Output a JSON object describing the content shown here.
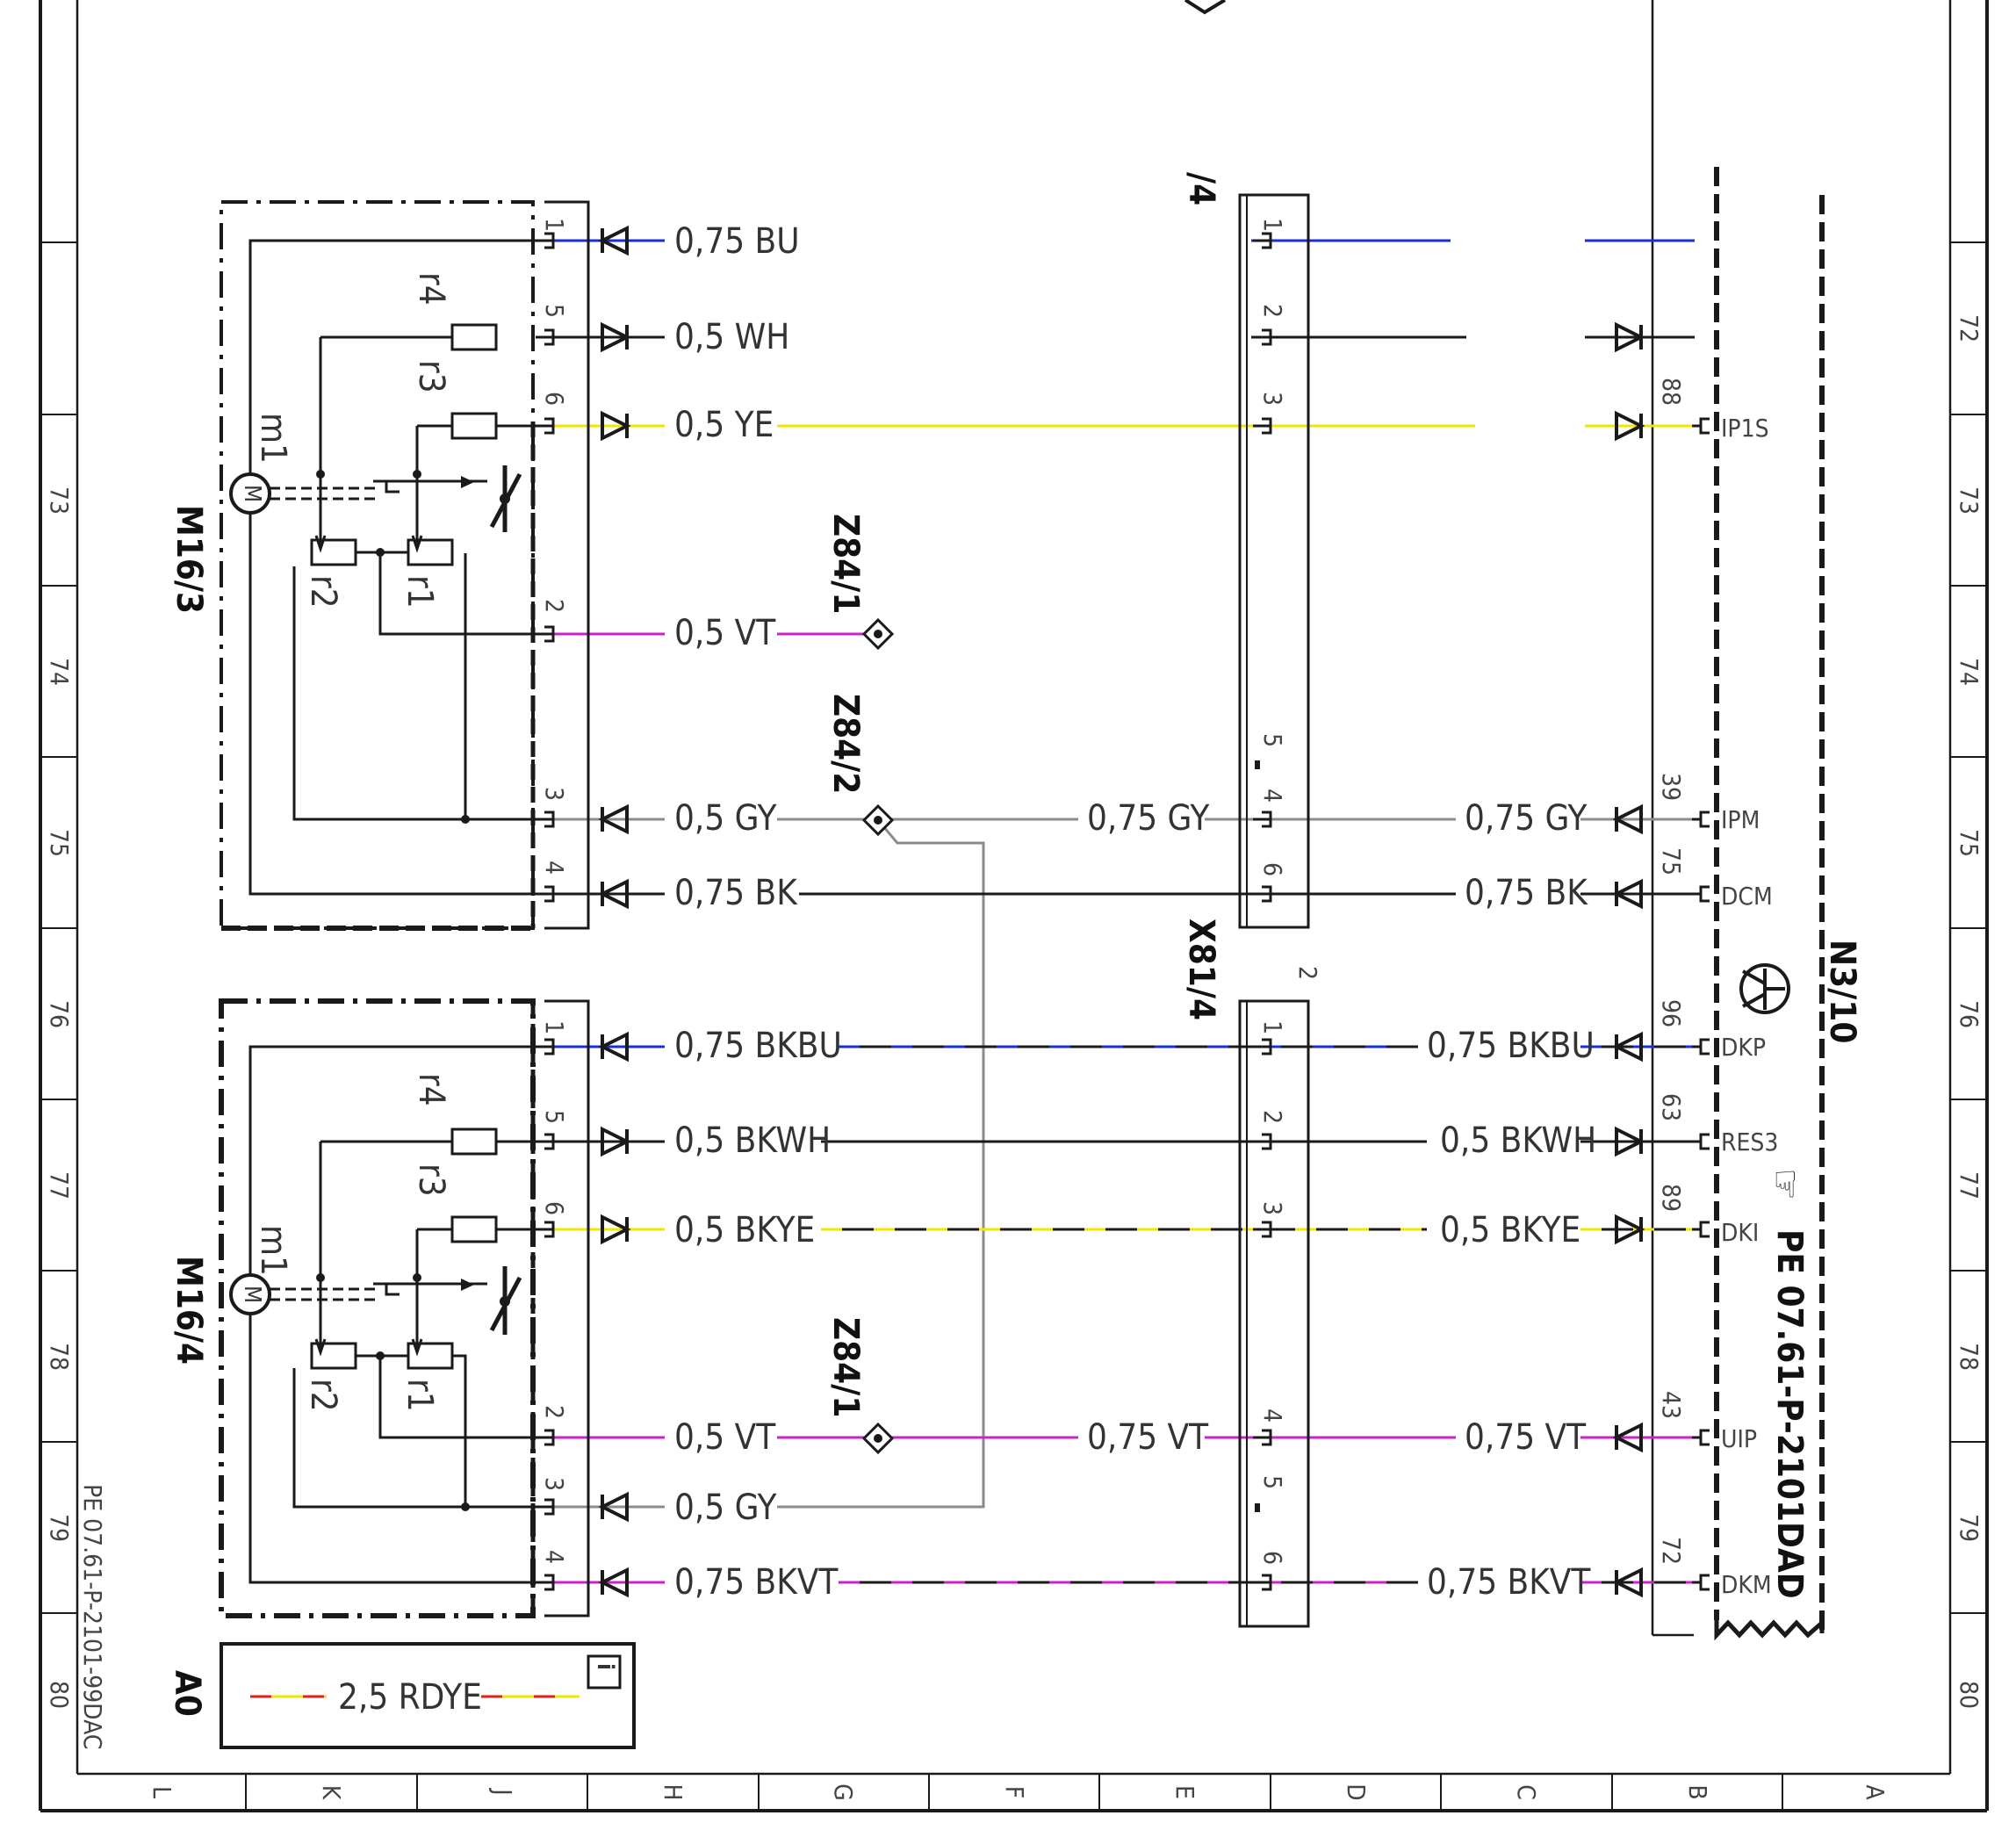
{
  "colors": {
    "BU": "#1a2ed6",
    "WH": "#1a1a1a",
    "YE": "#f2e600",
    "VT": "#cc22cc",
    "GY": "#8c8c8c",
    "BK": "#1a1a1a",
    "RD": "#e0201a",
    "frame": "#1a1a1a"
  },
  "components": {
    "m16_3": "M16/3",
    "m16_4": "M16/4",
    "n3_10": "N3/10",
    "x81_4": "X81/4",
    "x81_4_partial": "/4",
    "z84_1a": "Z84/1",
    "z84_2": "Z84/2",
    "z84_1b": "Z84/1",
    "a0": "A0"
  },
  "internals": {
    "motor": "m1",
    "motor_glyph": "M",
    "r1": "r1",
    "r2": "r2",
    "r3": "r3",
    "r4": "r4"
  },
  "wires_upper": [
    {
      "pin": "1",
      "label": "0,75 BU",
      "color": "BU"
    },
    {
      "pin": "5",
      "label": "0,5 WH",
      "color": "WH"
    },
    {
      "pin": "6",
      "label": "0,5 YE",
      "color": "YE"
    },
    {
      "pin": "2",
      "label": "0,5 VT",
      "color": "VT"
    },
    {
      "pin": "3",
      "label": "0,5 GY",
      "color": "GY"
    },
    {
      "pin": "4",
      "label": "0,75 BK",
      "color": "BK"
    }
  ],
  "wires_lower": [
    {
      "pin": "1",
      "label": "0,75 BKBU",
      "color": "BK/BU"
    },
    {
      "pin": "5",
      "label": "0,5 BKWH",
      "color": "BK/WH"
    },
    {
      "pin": "6",
      "label": "0,5 BKYE",
      "color": "BK/YE"
    },
    {
      "pin": "2",
      "label": "0,5 VT",
      "color": "VT"
    },
    {
      "pin": "3",
      "label": "0,5 GY",
      "color": "GY"
    },
    {
      "pin": "4",
      "label": "0,75 BKVT",
      "color": "BK/VT"
    }
  ],
  "mid_labels": {
    "gy_upper_x81": "0,75 GY",
    "gy_upper_n3": "0,75 GY",
    "bk_upper_n3": "0,75 BK",
    "bkbu_n3": "0,75 BKBU",
    "bkwh_n3": "0,5 BKWH",
    "bkye_n3": "0,5 BKYE",
    "vt_lower_x81": "0,75 VT",
    "vt_lower_n3": "0,75 VT",
    "bkvt_n3": "0,75 BKVT"
  },
  "x81_4_upper_pins": [
    "1",
    "2",
    "3",
    "5",
    "4",
    "6"
  ],
  "x81_4_lower_pins": [
    "1",
    "2",
    "3",
    "4",
    "5",
    "6"
  ],
  "x81_4_lower_index": "2",
  "n3_10_pins": [
    {
      "num": "88",
      "name": "IP1S"
    },
    {
      "num": "39",
      "name": "IPM"
    },
    {
      "num": "75",
      "name": "DCM"
    },
    {
      "num": "96",
      "name": "DKP"
    },
    {
      "num": "63",
      "name": "RES3"
    },
    {
      "num": "89",
      "name": "DKI"
    },
    {
      "num": "43",
      "name": "UIP"
    },
    {
      "num": "72",
      "name": "DKM"
    }
  ],
  "reference": "PE 07.61-P-2101DAD",
  "reference_icon": "hand-pointer-icon",
  "doc_code": "PE 07.61-P-2101-99DAC",
  "legend": {
    "label": "2,5 RDYE",
    "info_icon": "i"
  },
  "row_labels_left": [
    "73",
    "74",
    "75",
    "76",
    "77",
    "78",
    "79",
    "80"
  ],
  "row_labels_right": [
    "72",
    "73",
    "74",
    "75",
    "76",
    "77",
    "78",
    "79",
    "80"
  ],
  "col_labels": [
    "L",
    "K",
    "J",
    "H",
    "G",
    "F",
    "E",
    "D",
    "C",
    "B",
    "A"
  ]
}
